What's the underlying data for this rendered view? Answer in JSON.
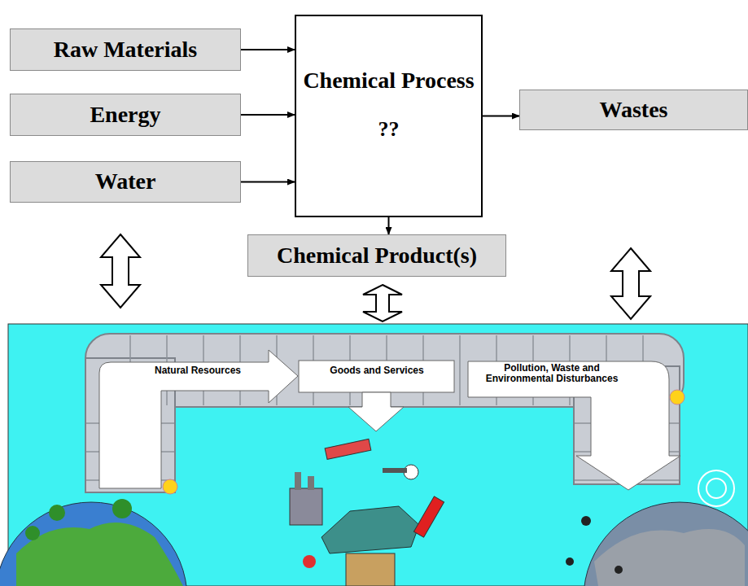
{
  "diagram": {
    "nodes": [
      {
        "text": [
          "Raw Materials"
        ]
      },
      {
        "text": [
          "Energy"
        ]
      },
      {
        "text": [
          "Water"
        ]
      },
      {
        "text": [
          "Chemical Process",
          "??"
        ]
      },
      {
        "text": [
          "Wastes"
        ]
      },
      {
        "text": [
          "Chemical Product(s)"
        ]
      }
    ],
    "edges": [
      {
        "from": 0,
        "to": 3,
        "arrow": "to"
      },
      {
        "from": 1,
        "to": 3,
        "arrow": "to"
      },
      {
        "from": 2,
        "to": 3,
        "arrow": "to"
      },
      {
        "from": 3,
        "to": 4,
        "arrow": "to"
      },
      {
        "from": 3,
        "to": 5,
        "arrow": "to"
      }
    ],
    "labels": [
      "Natural Resources",
      "Goods and Services",
      "Pollution, Waste and Environmental Disturbances"
    ]
  }
}
